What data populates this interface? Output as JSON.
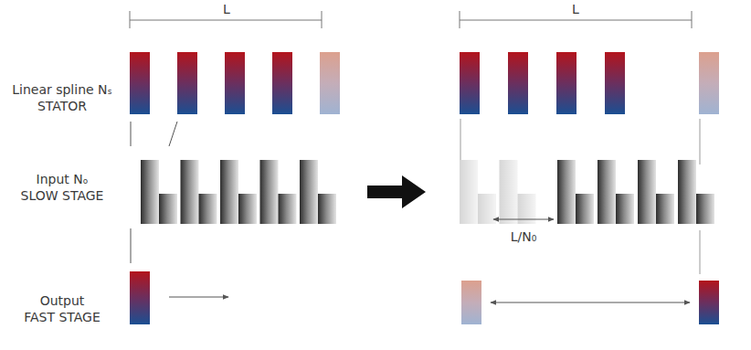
{
  "diagram": {
    "labels": [
      "L",
      "Linear spline Nₛ",
      "STATOR",
      "Input Nₒ",
      "SLOW STAGE",
      "Output",
      "FAST STAGE",
      "L",
      "L/N₀"
    ]
  }
}
